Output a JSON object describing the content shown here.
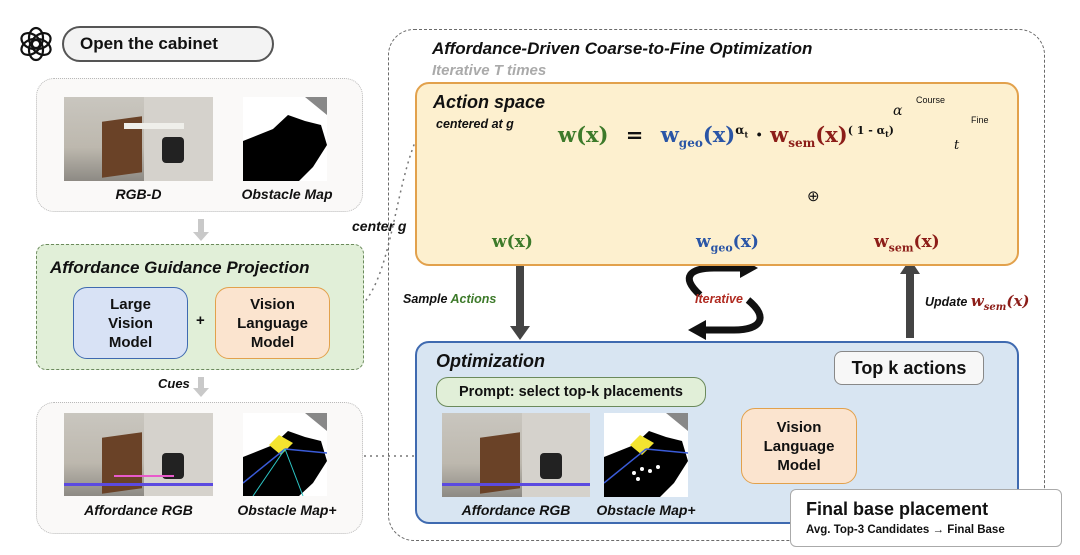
{
  "prompt_pill": "Open the cabinet",
  "inputs": {
    "rgbd_caption": "RGB-D",
    "obstacle_caption": "Obstacle Map"
  },
  "guidance": {
    "title": "Affordance Guidance Projection",
    "lvm_label": "Large\nVision\nModel",
    "plus": "+",
    "vlm_label": "Vision\nLanguage\nModel"
  },
  "cues_label": "Cues",
  "center_label": "center g",
  "outputs": {
    "affordance_rgb_caption": "Affordance RGB",
    "obstacle_plus_caption": "Obstacle Map+"
  },
  "optim_section": {
    "title": "Affordance-Driven Coarse-to-Fine Optimization",
    "subtitle": "Iterative T times"
  },
  "action_space": {
    "title": "Action space",
    "subtitle": "centered at g",
    "equation_lhs": "w(x)",
    "equals": "=",
    "geo": "w",
    "geo_sub": "geo",
    "geo_arg": "(x)",
    "geo_exp": "α",
    "geo_exp_sub": "t",
    "dot": "·",
    "sem": "w",
    "sem_sub": "sem",
    "sem_arg": "(x)",
    "sem_exp": "( 1 - α",
    "sem_exp_sub": "t",
    "sem_exp_close": ")",
    "w_label": "w(x)",
    "wgeo_label_w": "w",
    "wgeo_label_sub": "geo",
    "wgeo_label_arg": "(x)",
    "oplus": "⊕",
    "wsem_label_w": "w",
    "wsem_label_sub": "sem",
    "wsem_label_arg": "(x)",
    "inset": {
      "alpha": "α",
      "t": "t",
      "course": "Course",
      "fine": "Fine"
    }
  },
  "sample_actions": {
    "sample": "Sample ",
    "actions": "Actions"
  },
  "iterative_label": "Iterative",
  "update_label": {
    "text": "Update ",
    "w": "w",
    "sub": "sem",
    "arg": "(x)"
  },
  "optimization": {
    "title": "Optimization",
    "prompt": "Prompt: select top-k placements",
    "vlm_label": "Vision\nLanguage\nModel",
    "topk": "Top k actions",
    "affordance_rgb_caption": "Affordance RGB",
    "obstacle_plus_caption": "Obstacle Map+"
  },
  "final": {
    "title": "Final base placement",
    "subtitle": "Avg. Top-3 Candidates → Final Base"
  },
  "colors": {
    "green": "#3d7a2a",
    "blue": "#2a55a6",
    "red": "#8c1d18",
    "action_bg": "#fdf0cf",
    "optim_bg": "#d8e5f2",
    "guidance_bg": "#e1efd8"
  }
}
